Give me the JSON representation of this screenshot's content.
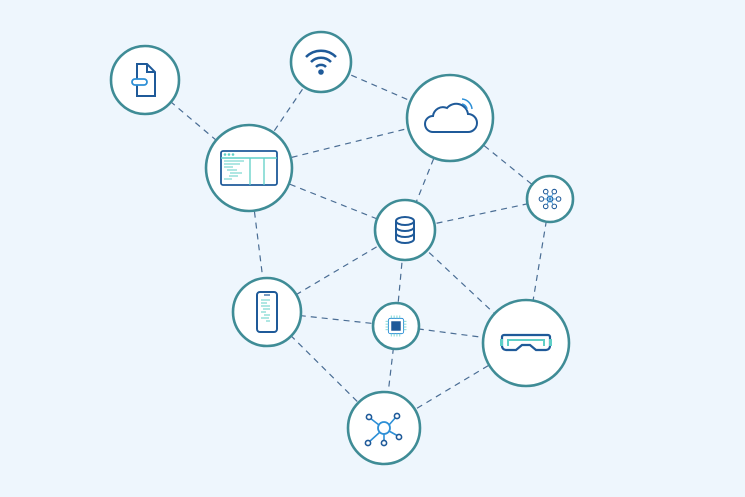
{
  "colors": {
    "background": "#eef6fd",
    "node_fill": "#ffffff",
    "node_stroke": "#3f8c96",
    "edge": "#4a6d94",
    "icon_dark": "#1f5a99",
    "icon_light": "#5fcfc7",
    "icon_blue": "#2d8fd6"
  },
  "nodes": [
    {
      "id": "file",
      "icon": "file-icon"
    },
    {
      "id": "wifi",
      "icon": "wifi-icon"
    },
    {
      "id": "cloud",
      "icon": "cloud-icon"
    },
    {
      "id": "browser",
      "icon": "code-window-icon"
    },
    {
      "id": "molecule",
      "icon": "molecule-icon"
    },
    {
      "id": "database",
      "icon": "database-icon"
    },
    {
      "id": "phone",
      "icon": "smartphone-icon"
    },
    {
      "id": "chip",
      "icon": "cpu-chip-icon"
    },
    {
      "id": "vr",
      "icon": "vr-headset-icon"
    },
    {
      "id": "network",
      "icon": "network-hub-icon"
    }
  ],
  "edges": [
    [
      "file",
      "browser"
    ],
    [
      "wifi",
      "browser"
    ],
    [
      "wifi",
      "cloud"
    ],
    [
      "browser",
      "cloud"
    ],
    [
      "cloud",
      "database"
    ],
    [
      "cloud",
      "molecule"
    ],
    [
      "browser",
      "database"
    ],
    [
      "molecule",
      "database"
    ],
    [
      "molecule",
      "vr"
    ],
    [
      "database",
      "phone"
    ],
    [
      "database",
      "chip"
    ],
    [
      "database",
      "vr"
    ],
    [
      "browser",
      "phone"
    ],
    [
      "phone",
      "chip"
    ],
    [
      "chip",
      "vr"
    ],
    [
      "chip",
      "network"
    ],
    [
      "phone",
      "network"
    ],
    [
      "vr",
      "network"
    ]
  ]
}
